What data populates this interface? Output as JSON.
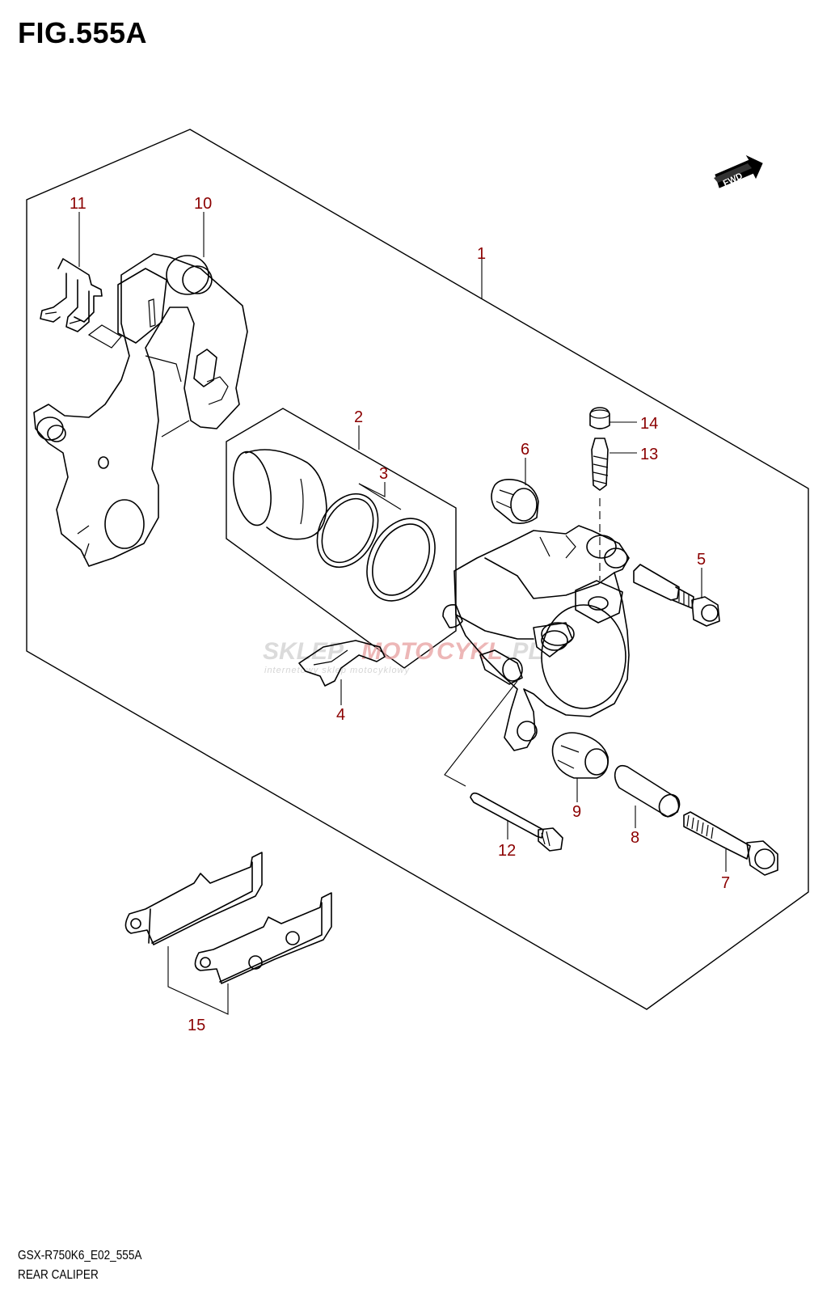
{
  "figure": {
    "title": "FIG.555A",
    "model_code": "GSX-R750K6_E02_555A",
    "section_name": "REAR CALIPER"
  },
  "fwd_label": "FWD",
  "watermark": {
    "brand_part1": "SKLEP",
    "brand_part2": "MOTO",
    "brand_part3": "CYKL",
    "brand_part4": ".PL",
    "tagline": "internetowy sklep motocyklowy"
  },
  "callouts": [
    "1",
    "2",
    "3",
    "4",
    "5",
    "6",
    "7",
    "8",
    "9",
    "10",
    "11",
    "12",
    "13",
    "14",
    "15"
  ],
  "colors": {
    "callout": "#8b0000",
    "line": "#000000",
    "watermark_red": "#e8a0a0",
    "watermark_grey": "#c8c8c8"
  }
}
